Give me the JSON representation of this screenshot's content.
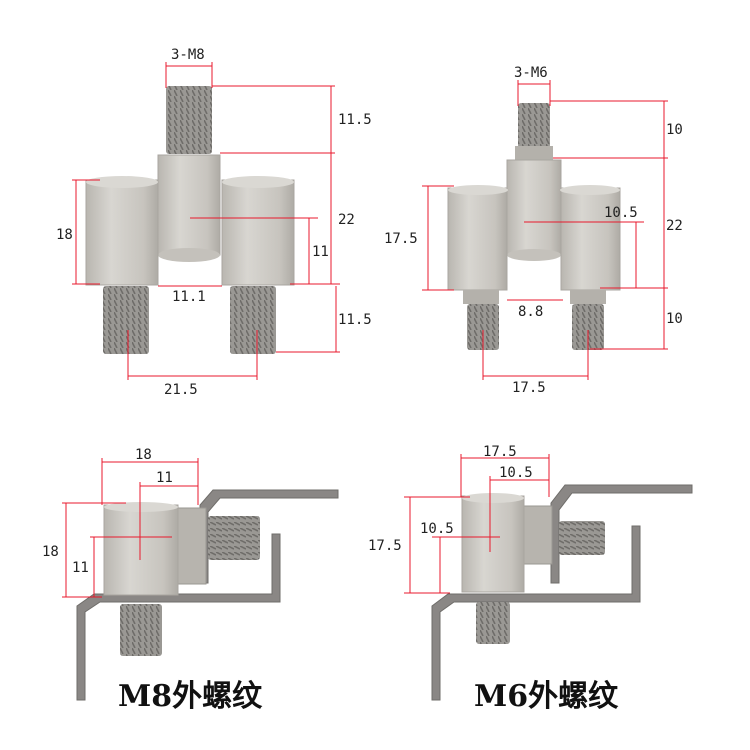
{
  "colors": {
    "body": "#c9c6c0",
    "body_edge": "#a9a6a0",
    "thread": "#8f8d8a",
    "bracket": "#8a8785",
    "dimension_line": "#e8192c"
  },
  "panels": {
    "m8_front": {
      "thread_label": "3-M8",
      "top_stud_height": "11.5",
      "center_height": "22",
      "body_height": "18",
      "offset_height": "11",
      "gap_width": "11.1",
      "bottom_stud_height": "11.5",
      "stud_spacing": "21.5"
    },
    "m6_front": {
      "thread_label": "3-M6",
      "top_stud_height": "10",
      "center_height": "22",
      "body_height": "17.5",
      "offset_height": "10.5",
      "gap_width": "8.8",
      "bottom_stud_height": "10",
      "stud_spacing": "17.5"
    },
    "m8_side": {
      "width_total": "18",
      "width_partial": "11",
      "height_total": "18",
      "height_partial": "11",
      "caption": "M8外螺纹"
    },
    "m6_side": {
      "width_total": "17.5",
      "width_partial": "10.5",
      "height_total": "17.5",
      "height_partial": "10.5",
      "caption": "M6外螺纹"
    }
  }
}
